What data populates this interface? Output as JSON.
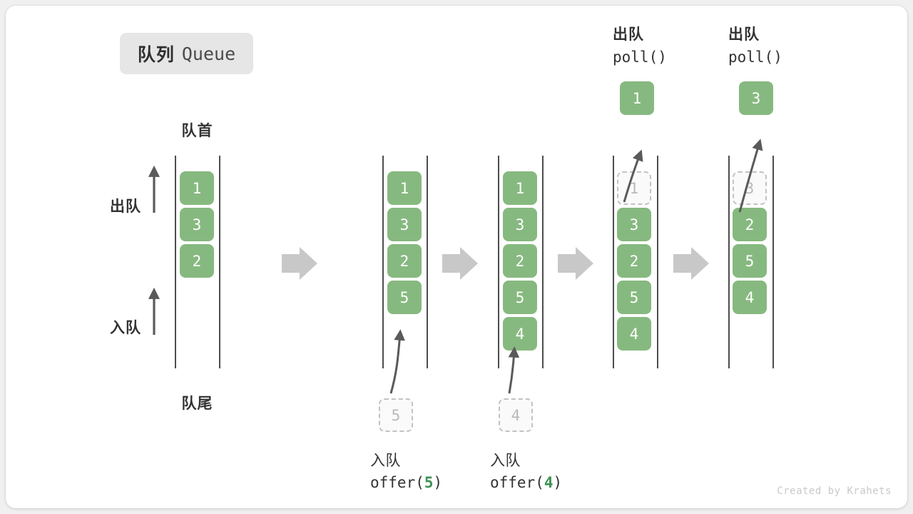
{
  "title": {
    "cn": "队列",
    "en": "Queue"
  },
  "labels": {
    "head": "队首",
    "tail": "队尾",
    "dequeue": "出队",
    "enqueue": "入队"
  },
  "credit": "Created by Krahets",
  "colors": {
    "element_fill": "#86b97f",
    "element_text": "#ffffff",
    "ghost_fill": "#fafafa",
    "ghost_stroke": "#c2c2c2",
    "rail": "#4d4d4d",
    "step_arrow": "#c8c8c8",
    "thin_arrow": "#5a5a5a",
    "highlight_value": "#3f9153",
    "card_bg": "#ffffff",
    "page_bg": "#f0f0f0",
    "pill_bg": "#e6e6e6"
  },
  "states": [
    {
      "id": "initial",
      "items": [
        "1",
        "3",
        "2"
      ],
      "ghost_index": null,
      "ghost_value": null,
      "caption_cn": null,
      "caption_code": null,
      "popped_value": null,
      "popped_caption_cn": null,
      "popped_caption_code": null
    },
    {
      "id": "offer-5",
      "items": [
        "1",
        "3",
        "2",
        "5"
      ],
      "ghost_index": null,
      "ghost_value": null,
      "caption_cn": "入队",
      "caption_code_prefix": "offer(",
      "caption_code_value": "5",
      "caption_code_suffix": ")",
      "incoming_value": "5",
      "popped_value": null
    },
    {
      "id": "offer-4",
      "items": [
        "1",
        "3",
        "2",
        "5",
        "4"
      ],
      "ghost_index": null,
      "ghost_value": null,
      "caption_cn": "入队",
      "caption_code_prefix": "offer(",
      "caption_code_value": "4",
      "caption_code_suffix": ")",
      "incoming_value": "4",
      "popped_value": null
    },
    {
      "id": "poll-1",
      "items": [
        "1",
        "3",
        "2",
        "5",
        "4"
      ],
      "ghost_index": 0,
      "ghost_value": "1",
      "popped_value": "1",
      "popped_caption_cn": "出队",
      "popped_caption_code": "poll()"
    },
    {
      "id": "poll-3",
      "items": [
        "3",
        "2",
        "5",
        "4"
      ],
      "ghost_index": 0,
      "ghost_value": "3",
      "popped_value": "3",
      "popped_caption_cn": "出队",
      "popped_caption_code": "poll()"
    }
  ],
  "step_arrows_count": 4
}
